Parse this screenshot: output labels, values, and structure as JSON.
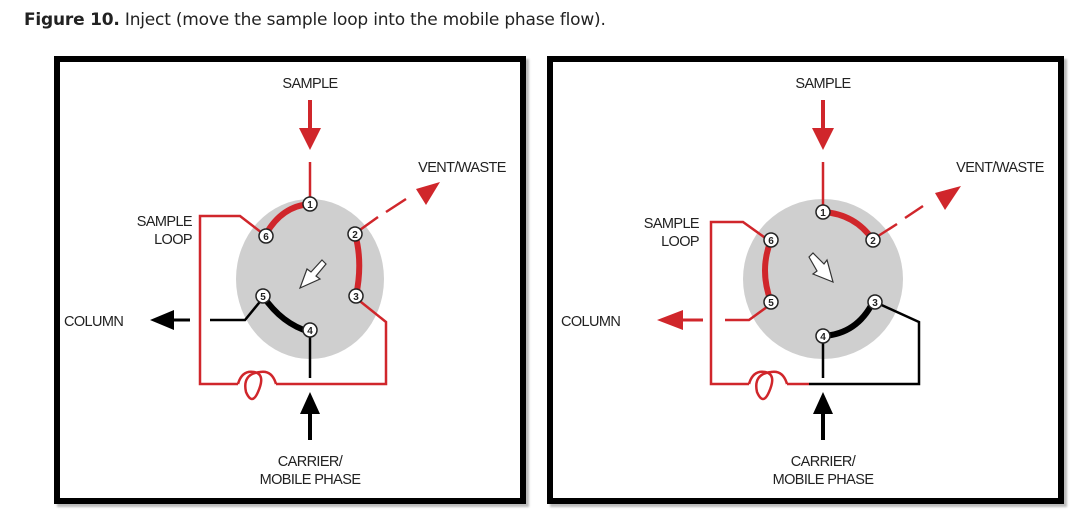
{
  "caption": {
    "figure_label": "Figure 10.",
    "text": " Inject (move the sample loop into the mobile phase flow)."
  },
  "colors": {
    "red": "#d0262b",
    "black": "#000000",
    "rotor": "#cfcfcf"
  },
  "labels": {
    "sample": "SAMPLE",
    "vent_waste": "VENT/WASTE",
    "sample_loop_line1": "SAMPLE",
    "sample_loop_line2": "LOOP",
    "column": "COLUMN",
    "carrier_line1": "CARRIER/",
    "carrier_line2": "MOBILE PHASE"
  },
  "ports": [
    "1",
    "2",
    "3",
    "4",
    "5",
    "6"
  ],
  "panels": [
    {
      "id": "left",
      "connections": [
        {
          "from": "1",
          "to": "6",
          "color": "red"
        },
        {
          "from": "2",
          "to": "3",
          "color": "red"
        },
        {
          "from": "5",
          "to": "4",
          "color": "black"
        }
      ],
      "column_arrow_color": "black",
      "rotor_arrow_direction": "down-left"
    },
    {
      "id": "right",
      "connections": [
        {
          "from": "1",
          "to": "2",
          "color": "red"
        },
        {
          "from": "6",
          "to": "5",
          "color": "red"
        },
        {
          "from": "3",
          "to": "4",
          "color": "black"
        }
      ],
      "column_arrow_color": "red",
      "rotor_arrow_direction": "down-right"
    }
  ]
}
